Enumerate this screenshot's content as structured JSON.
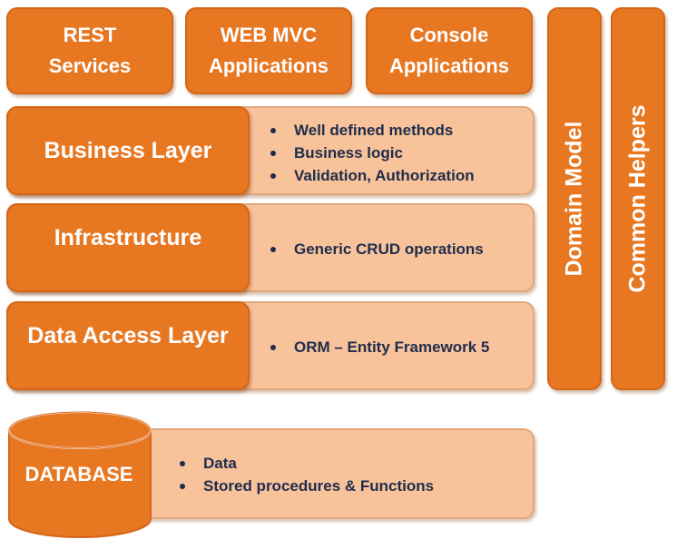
{
  "top_boxes": [
    {
      "label_line1": "REST",
      "label_line2": "Services"
    },
    {
      "label_line1": "WEB MVC",
      "label_line2": "Applications"
    },
    {
      "label_line1": "Console",
      "label_line2": "Applications"
    }
  ],
  "layers": [
    {
      "title": "Business Layer",
      "bullets": [
        "Well defined methods",
        "Business logic",
        "Validation, Authorization"
      ]
    },
    {
      "title": "Infrastructure",
      "bullets": [
        "Generic CRUD operations"
      ]
    },
    {
      "title": "Data Access Layer",
      "bullets": [
        "ORM – Entity Framework 5"
      ]
    }
  ],
  "database": {
    "title": "DATABASE",
    "bullets": [
      "Data",
      "Stored procedures & Functions"
    ]
  },
  "side_columns": [
    "Domain Model",
    "Common Helpers"
  ],
  "colors": {
    "orange": "#e87722",
    "light_orange": "#f8c29a",
    "text_dark": "#1f2d4d"
  }
}
